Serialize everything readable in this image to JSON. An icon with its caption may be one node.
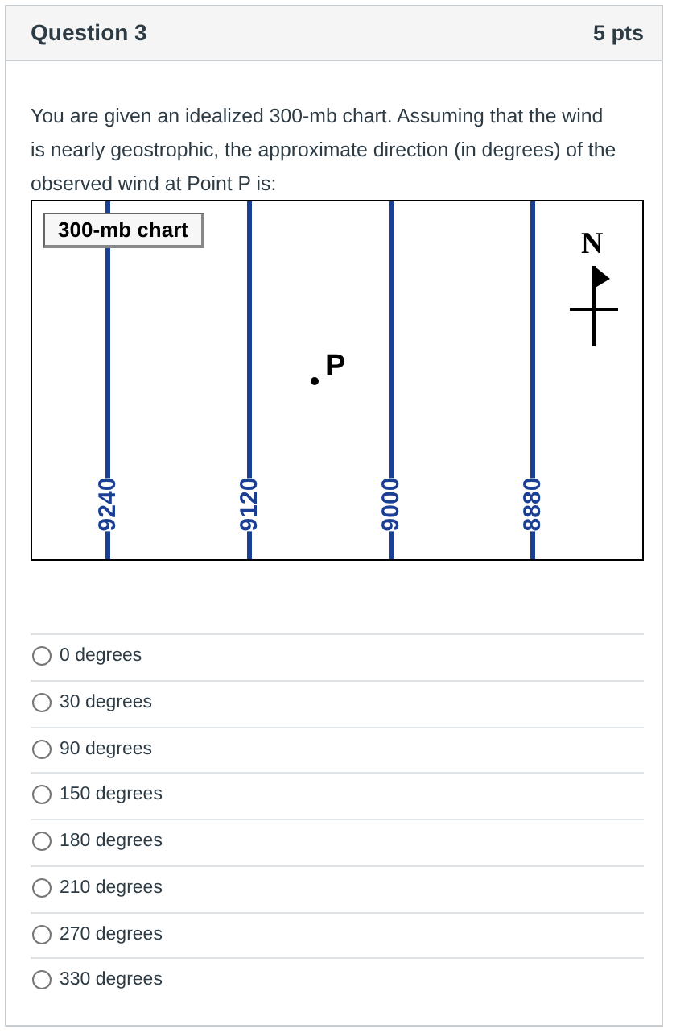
{
  "diagram": {
    "title": "Question 3",
    "nodes": [
      {
        "text": [
          "300-mb chart"
        ]
      }
    ],
    "labels": [
      "5 pts",
      "You are given an idealized 300-mb chart. Assuming that the wind is nearly geostrophic, the approximate direction (in degrees) of the observed wind at Point P is:",
      "N",
      "P",
      "9240",
      "9120",
      "9000",
      "8880",
      "0 degrees",
      "30 degrees",
      "90 degrees",
      "150 degrees",
      "180 degrees",
      "210 degrees",
      "270 degrees",
      "330 degrees"
    ]
  }
}
